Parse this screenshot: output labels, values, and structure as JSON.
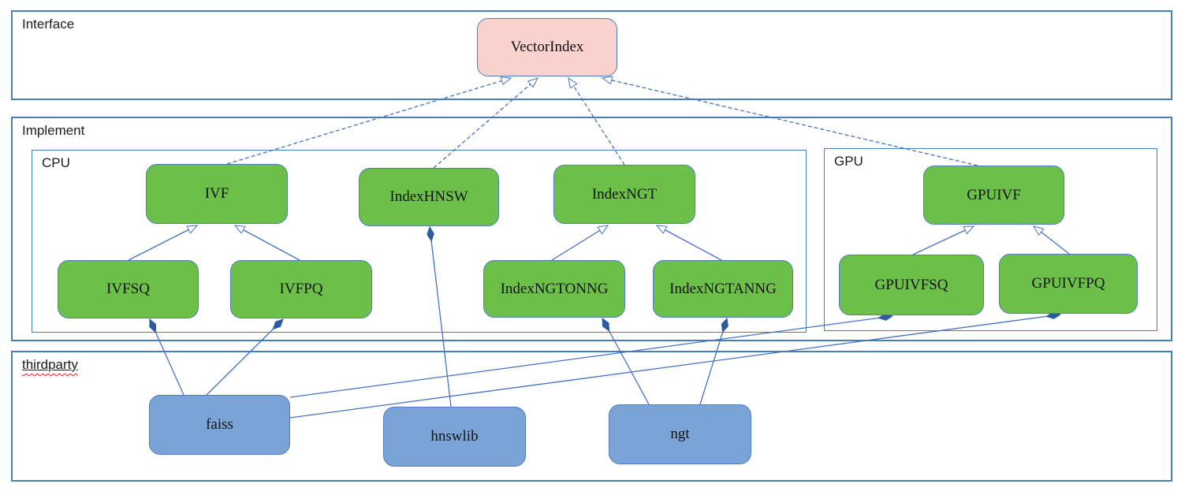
{
  "containers": {
    "interface": {
      "label": "Interface"
    },
    "implement": {
      "label": "Implement"
    },
    "cpu": {
      "label": "CPU"
    },
    "gpu": {
      "label": "GPU"
    },
    "thirdparty": {
      "label": "thirdparty",
      "spellcheck_squiggle": true
    }
  },
  "nodes": {
    "vectorindex": {
      "label": "VectorIndex",
      "kind": "interface"
    },
    "ivf": {
      "label": "IVF",
      "kind": "cpu-implementation"
    },
    "indexhnsw": {
      "label": "IndexHNSW",
      "kind": "cpu-implementation"
    },
    "indexngt": {
      "label": "IndexNGT",
      "kind": "cpu-implementation"
    },
    "ivfsq": {
      "label": "IVFSQ",
      "kind": "cpu-implementation"
    },
    "ivfpq": {
      "label": "IVFPQ",
      "kind": "cpu-implementation"
    },
    "indexngtonng": {
      "label": "IndexNGTONNG",
      "kind": "cpu-implementation"
    },
    "indexngtanng": {
      "label": "IndexNGTANNG",
      "kind": "cpu-implementation"
    },
    "gpuivf": {
      "label": "GPUIVF",
      "kind": "gpu-implementation"
    },
    "gpuivfsq": {
      "label": "GPUIVFSQ",
      "kind": "gpu-implementation"
    },
    "gpuivfpq": {
      "label": "GPUIVFPQ",
      "kind": "gpu-implementation"
    },
    "faiss": {
      "label": "faiss",
      "kind": "thirdparty-library"
    },
    "hnswlib": {
      "label": "hnswlib",
      "kind": "thirdparty-library"
    },
    "ngt": {
      "label": "ngt",
      "kind": "thirdparty-library"
    }
  },
  "edges": [
    {
      "from": "IVF",
      "to": "VectorIndex",
      "type": "realization",
      "style": "dashed, hollow triangle arrowhead"
    },
    {
      "from": "IndexHNSW",
      "to": "VectorIndex",
      "type": "realization",
      "style": "dashed, hollow triangle arrowhead"
    },
    {
      "from": "IndexNGT",
      "to": "VectorIndex",
      "type": "realization",
      "style": "dashed, hollow triangle arrowhead"
    },
    {
      "from": "GPUIVF",
      "to": "VectorIndex",
      "type": "realization",
      "style": "dashed, hollow triangle arrowhead"
    },
    {
      "from": "IVFSQ",
      "to": "IVF",
      "type": "generalization",
      "style": "solid, hollow triangle arrowhead"
    },
    {
      "from": "IVFPQ",
      "to": "IVF",
      "type": "generalization",
      "style": "solid, hollow triangle arrowhead"
    },
    {
      "from": "IndexNGTONNG",
      "to": "IndexNGT",
      "type": "generalization",
      "style": "solid, hollow triangle arrowhead"
    },
    {
      "from": "IndexNGTANNG",
      "to": "IndexNGT",
      "type": "generalization",
      "style": "solid, hollow triangle arrowhead"
    },
    {
      "from": "GPUIVFSQ",
      "to": "GPUIVF",
      "type": "generalization",
      "style": "solid, hollow triangle arrowhead"
    },
    {
      "from": "GPUIVFPQ",
      "to": "GPUIVF",
      "type": "generalization",
      "style": "solid, hollow triangle arrowhead"
    },
    {
      "whole": "IVFSQ",
      "part": "faiss",
      "type": "composition",
      "style": "solid, filled diamond at whole end"
    },
    {
      "whole": "IVFPQ",
      "part": "faiss",
      "type": "composition",
      "style": "solid, filled diamond at whole end"
    },
    {
      "whole": "GPUIVFSQ",
      "part": "faiss",
      "type": "composition",
      "style": "solid, filled diamond at whole end"
    },
    {
      "whole": "GPUIVFPQ",
      "part": "faiss",
      "type": "composition",
      "style": "solid, filled diamond at whole end"
    },
    {
      "whole": "IndexHNSW",
      "part": "hnswlib",
      "type": "composition",
      "style": "solid, filled diamond at whole end"
    },
    {
      "whole": "IndexNGTONNG",
      "part": "ngt",
      "type": "composition",
      "style": "solid, filled diamond at whole end"
    },
    {
      "whole": "IndexNGTANNG",
      "part": "ngt",
      "type": "composition",
      "style": "solid, filled diamond at whole end"
    }
  ],
  "colors": {
    "canvas_background": "#ffffff",
    "container_border": "#4a7ebb",
    "edge_stroke": "#4472c4",
    "node_border": "#4d7dbf",
    "interface_fill": "#f9d2ce",
    "implementation_fill": "#6cc049",
    "thirdparty_fill": "#7aa3d6",
    "composition_diamond_fill": "#2e5b9e",
    "spellcheck_squiggle": "#e0281e"
  }
}
